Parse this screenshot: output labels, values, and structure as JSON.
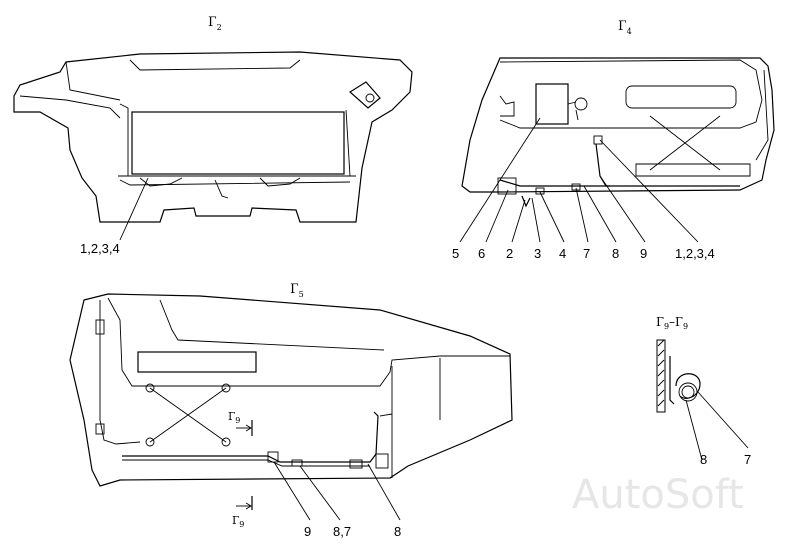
{
  "views": {
    "g2": {
      "title": "Г",
      "sub": "2"
    },
    "g4": {
      "title": "Г",
      "sub": "4"
    },
    "g5": {
      "title": "Г",
      "sub": "5"
    },
    "g9section": {
      "title_a": "Г",
      "sub_a": "9",
      "dash": "–",
      "title_b": "Г",
      "sub_b": "9"
    },
    "g9mark_top": {
      "title": "Г",
      "sub": "9"
    },
    "g9mark_bottom": {
      "title": "Г",
      "sub": "9"
    }
  },
  "callouts": {
    "g2": [
      "1,2,3,4"
    ],
    "g4": [
      "5",
      "6",
      "2",
      "3",
      "4",
      "7",
      "8",
      "9",
      "1,2,3,4"
    ],
    "g5": [
      "9",
      "8,7",
      "8"
    ],
    "g9": [
      "8",
      "7"
    ]
  },
  "watermark": "AutoSoft"
}
